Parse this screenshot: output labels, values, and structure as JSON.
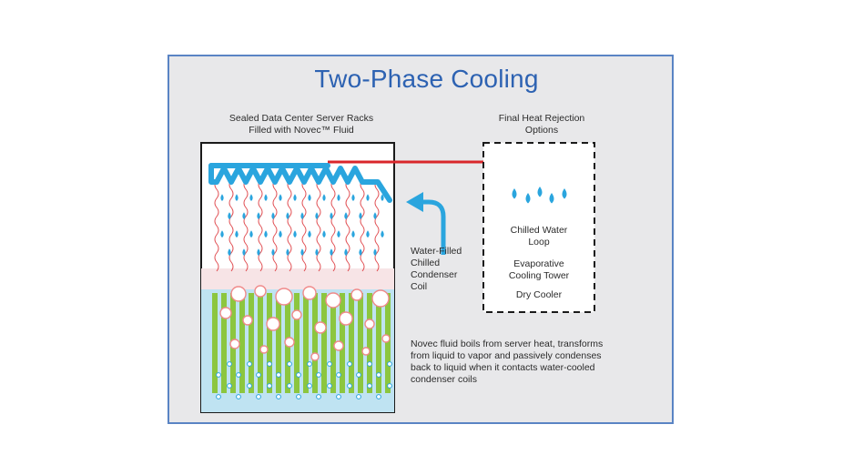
{
  "title": "Two-Phase Cooling",
  "rack_label": [
    "Sealed Data Center Server Racks",
    "Filled with Novec™ Fluid"
  ],
  "rejection_label": [
    "Final Heat Rejection",
    "Options"
  ],
  "options": [
    "Chilled Water",
    "Loop",
    "Evaporative",
    "Cooling Tower",
    "Dry Cooler"
  ],
  "coil_label": [
    "Water-Filled",
    "Chilled",
    "Condenser",
    "Coil"
  ],
  "description": [
    "Novec fluid boils from server heat, transforms",
    "from liquid to vapor and passively condenses",
    "back to liquid when it contacts water-cooled",
    "condenser coils"
  ],
  "colors": {
    "title": "#2d62b2",
    "frame_border": "#5a84c4",
    "frame_bg": "#e8e8ea",
    "coil_blue": "#2aa5de",
    "heat_red": "#d9262b",
    "server_green": "#8cc63f",
    "liquid": "#bfe3f2"
  }
}
